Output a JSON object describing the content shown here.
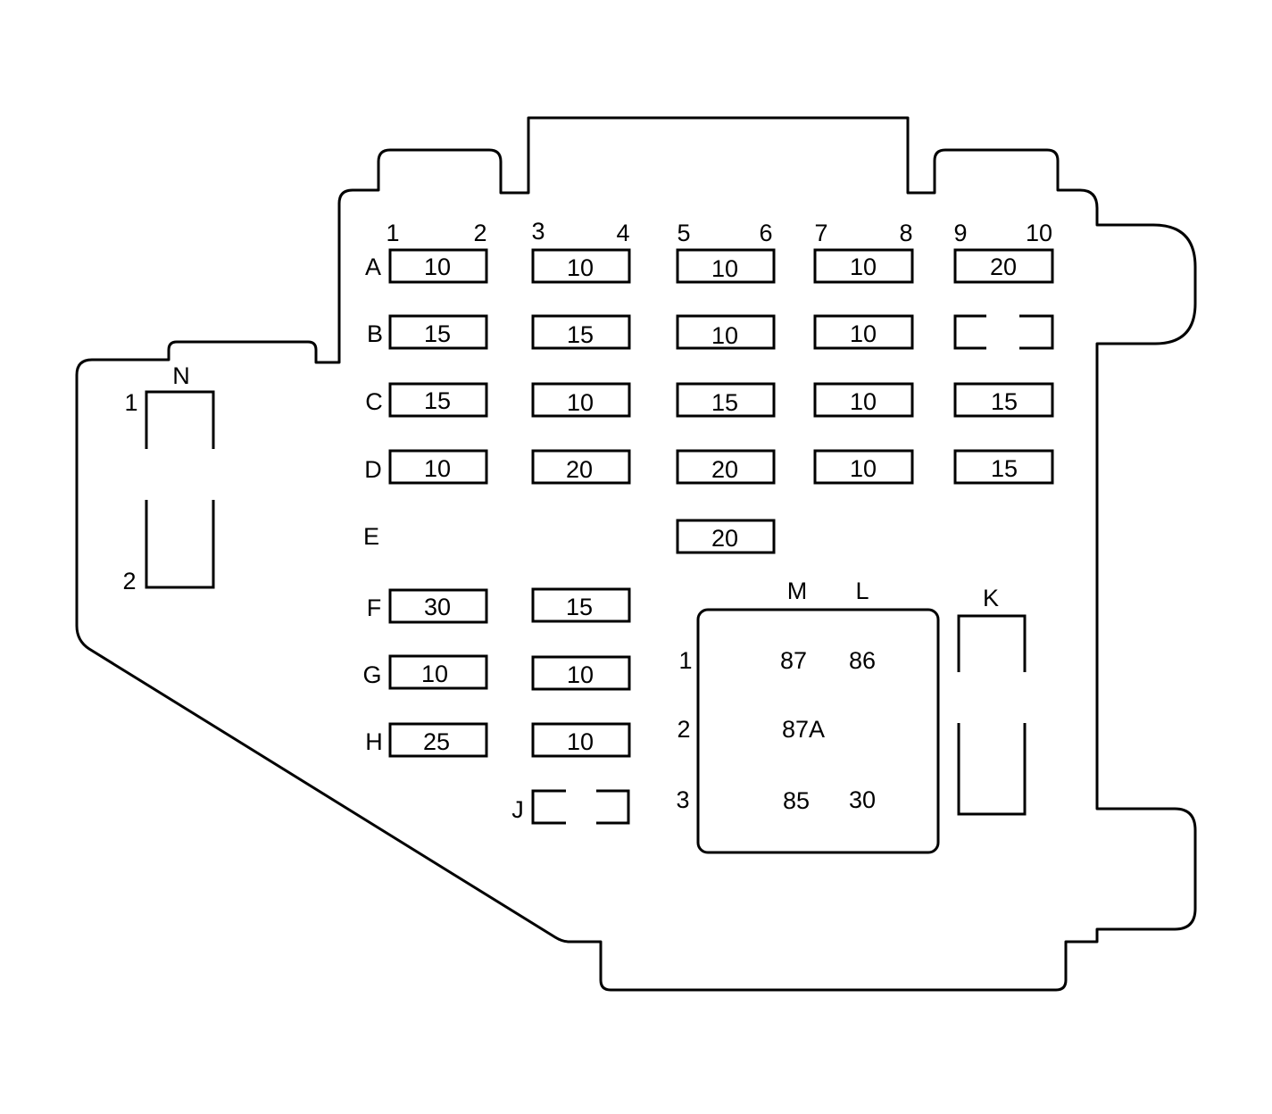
{
  "columns": [
    "1",
    "2",
    "3",
    "4",
    "5",
    "6",
    "7",
    "8",
    "9",
    "10"
  ],
  "rows": [
    "A",
    "B",
    "C",
    "D",
    "E",
    "F",
    "G",
    "H",
    "J"
  ],
  "fuses": {
    "A": [
      "10",
      "10",
      "10",
      "10",
      "20"
    ],
    "B": [
      "15",
      "15",
      "10",
      "10",
      ""
    ],
    "C": [
      "15",
      "10",
      "15",
      "10",
      "15"
    ],
    "D": [
      "10",
      "20",
      "20",
      "10",
      "15"
    ],
    "E": [
      "20"
    ],
    "F": [
      "30",
      "15"
    ],
    "G": [
      "10",
      "10"
    ],
    "H": [
      "25",
      "10"
    ]
  },
  "relay_n": {
    "label": "N",
    "pins": [
      "1",
      "2"
    ]
  },
  "relay_k": {
    "label": "K"
  },
  "relay_ml": {
    "labels": [
      "M",
      "L"
    ],
    "rows": [
      "1",
      "2",
      "3"
    ],
    "terminals": [
      "87",
      "86",
      "87A",
      "85",
      "30"
    ]
  }
}
